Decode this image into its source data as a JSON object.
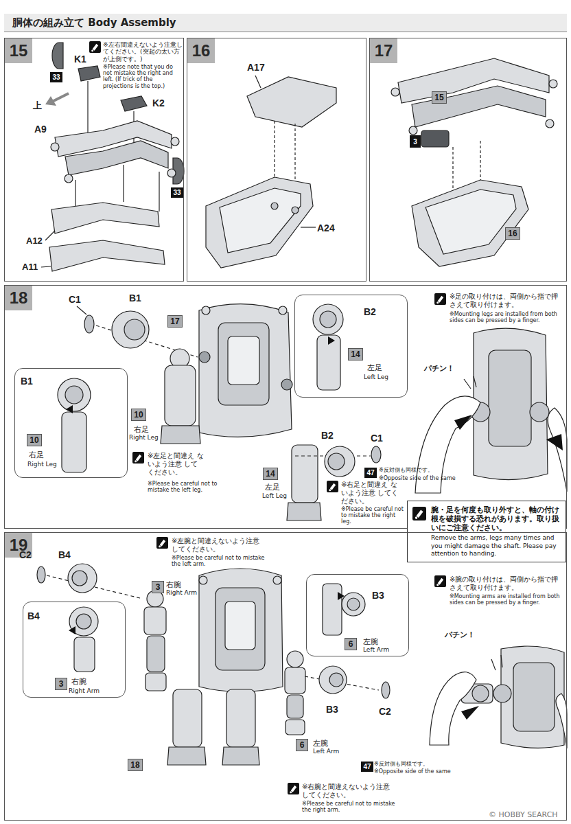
{
  "diagram": {
    "title": "胴体の組み立て Body Assembly",
    "nodes": [
      {
        "text": [
          "15"
        ]
      },
      {
        "text": [
          "33"
        ],
        "in": 0
      },
      {
        "text": [
          "33"
        ],
        "in": 0
      },
      {
        "text": [
          "16"
        ]
      },
      {
        "text": [
          "17"
        ]
      },
      {
        "text": [
          "15"
        ],
        "in": 4
      },
      {
        "text": [
          "3"
        ],
        "in": 4
      },
      {
        "text": [
          "16"
        ],
        "in": 4
      },
      {
        "text": [
          "18"
        ]
      },
      {
        "text": [
          "B1",
          "右足",
          "Right Leg"
        ],
        "in": 8
      },
      {
        "text": [
          "10"
        ],
        "in": 9
      },
      {
        "text": [
          "17"
        ],
        "in": 8
      },
      {
        "text": [
          "10"
        ],
        "in": 8
      },
      {
        "text": [
          "B2",
          "左足",
          "Left Leg"
        ],
        "in": 8
      },
      {
        "text": [
          "14"
        ],
        "in": 13
      },
      {
        "text": [
          "14"
        ],
        "in": 8
      },
      {
        "text": [
          "47"
        ],
        "in": 8
      },
      {
        "text": [
          "腕・足を何度も取り外すと、軸の付け根を破損する恐れがあります。取り扱いにご注意ください。",
          "Remove the arms, legs many times and you might damage the shaft. Please pay attention to handing."
        ],
        "in": 8
      },
      {
        "text": [
          "19"
        ]
      },
      {
        "text": [
          "B4",
          "右腕",
          "Right Arm"
        ],
        "in": 18
      },
      {
        "text": [
          "3"
        ],
        "in": 19
      },
      {
        "text": [
          "3"
        ],
        "in": 18
      },
      {
        "text": [
          "B3",
          "左腕",
          "Left Arm"
        ],
        "in": 18
      },
      {
        "text": [
          "6"
        ],
        "in": 22
      },
      {
        "text": [
          "6"
        ],
        "in": 18
      },
      {
        "text": [
          "18"
        ],
        "in": 18
      },
      {
        "text": [
          "47"
        ],
        "in": 18
      }
    ],
    "labels": [
      "K1",
      "K2",
      "上",
      "A9",
      "A12",
      "A11",
      "※左右間違えないよう注意してください。(突起の太い方が上側です。)",
      "※Please note that you do not mistake the right and left. (If trick of the projections is the top.)",
      "A17",
      "A24",
      "C1",
      "B1",
      "右足",
      "Right Leg",
      "B2",
      "C1",
      "左足",
      "Left Leg",
      "※左足と間違え ないよう注意 してください。",
      "※Please be careful not to mistake the left leg.",
      "※反対側も同様です。",
      "※Opposite side of the same",
      "※右足と間違え ないよう注意 してください。",
      "※Please be careful not to mistake the right leg.",
      "※足の取り付けは、両側から指で押さえて取り付けます。",
      "※Mounting legs are installed from both sides can be pressed by a finger.",
      "パチン！",
      "C2",
      "B4",
      "※左腕と間違えないよう注意してください。",
      "※Please be careful not to mistake the left arm.",
      "右腕",
      "Right Arm",
      "B3",
      "C2",
      "左腕",
      "Left Arm",
      "※反対側も同様です。",
      "※Opposite side of the same",
      "※右腕と間違えないよう注意してください。",
      "※Please be careful not to mistake the right arm.",
      "※腕の取り付けは、両側から指で押さえて取り付けます。",
      "※Mounting arms are installed from both sides can be pressed by a finger.",
      "パチン！",
      "© HOBBY SEARCH"
    ]
  }
}
